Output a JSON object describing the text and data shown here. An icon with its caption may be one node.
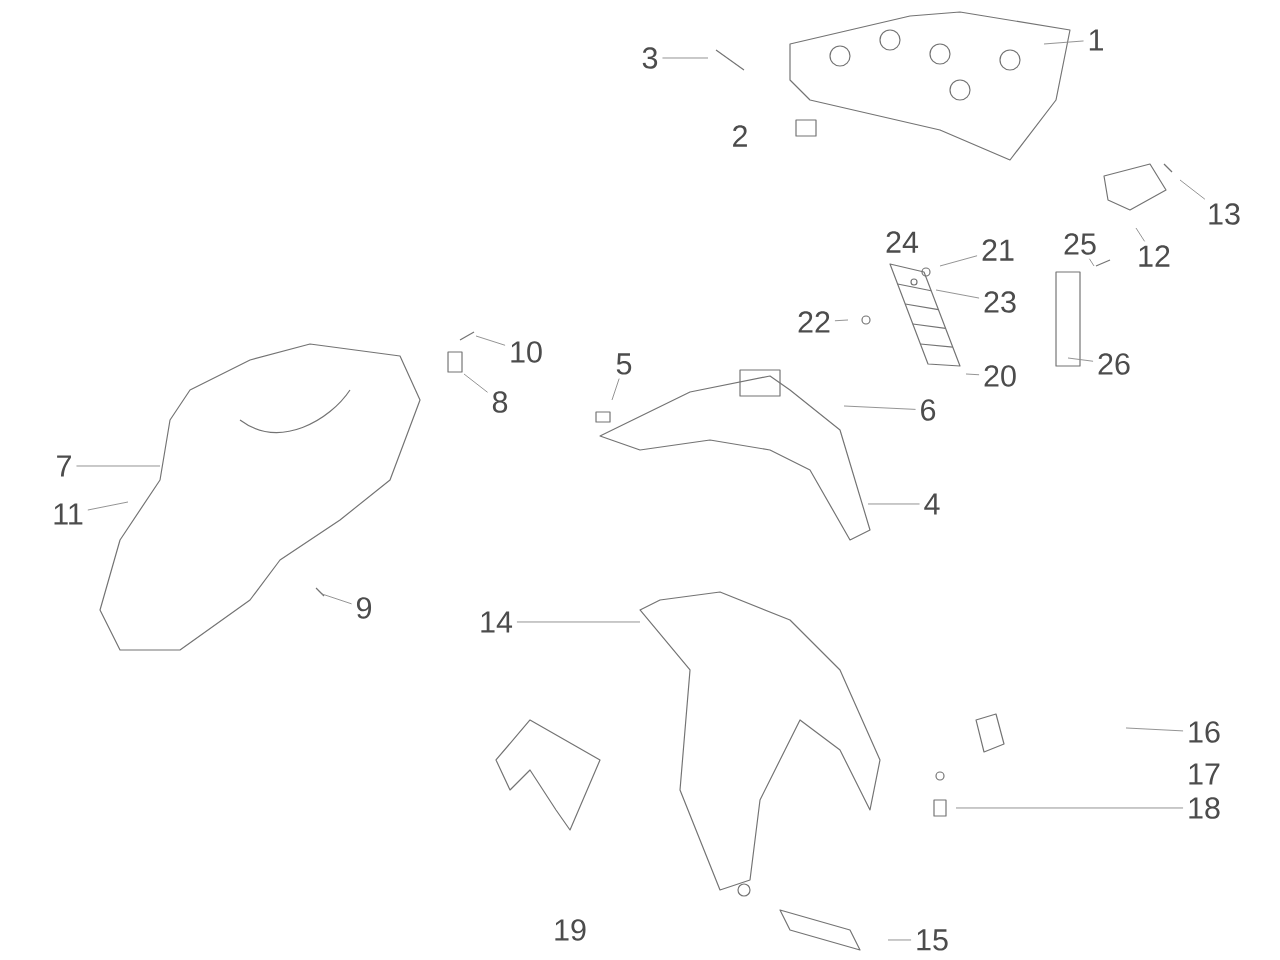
{
  "diagram": {
    "nodes": [
      {
        "text": [
          "1"
        ]
      },
      {
        "text": [
          "3"
        ]
      },
      {
        "text": [
          "21"
        ]
      },
      {
        "text": [
          "23"
        ]
      },
      {
        "text": [
          "22"
        ]
      },
      {
        "text": [
          "20"
        ]
      },
      {
        "text": [
          "6"
        ]
      },
      {
        "text": [
          "4"
        ]
      },
      {
        "text": [
          "25"
        ]
      },
      {
        "text": [
          "26"
        ]
      },
      {
        "text": [
          "12"
        ]
      },
      {
        "text": [
          "13"
        ]
      },
      {
        "text": [
          "5"
        ]
      },
      {
        "text": [
          "10"
        ]
      },
      {
        "text": [
          "8"
        ]
      },
      {
        "text": [
          "7"
        ]
      },
      {
        "text": [
          "11"
        ]
      },
      {
        "text": [
          "9"
        ]
      },
      {
        "text": [
          "14"
        ]
      },
      {
        "text": [
          "16"
        ]
      },
      {
        "text": [
          "18"
        ]
      },
      {
        "text": [
          "15"
        ]
      }
    ],
    "edges": [
      {
        "from": 0,
        "to": null,
        "arrow": "none"
      },
      {
        "from": 1,
        "to": null,
        "arrow": "none"
      },
      {
        "from": 2,
        "to": null,
        "arrow": "none"
      },
      {
        "from": 3,
        "to": null,
        "arrow": "none"
      },
      {
        "from": 4,
        "to": null,
        "arrow": "none"
      },
      {
        "from": 5,
        "to": null,
        "arrow": "none"
      },
      {
        "from": 6,
        "to": null,
        "arrow": "none"
      },
      {
        "from": 7,
        "to": null,
        "arrow": "none"
      },
      {
        "from": 8,
        "to": null,
        "arrow": "none"
      },
      {
        "from": 9,
        "to": null,
        "arrow": "none"
      },
      {
        "from": 10,
        "to": null,
        "arrow": "none"
      },
      {
        "from": 11,
        "to": null,
        "arrow": "none"
      },
      {
        "from": 12,
        "to": null,
        "arrow": "none"
      },
      {
        "from": 13,
        "to": null,
        "arrow": "none"
      },
      {
        "from": 14,
        "to": null,
        "arrow": "none"
      },
      {
        "from": 15,
        "to": null,
        "arrow": "none"
      },
      {
        "from": 16,
        "to": null,
        "arrow": "none"
      },
      {
        "from": 17,
        "to": null,
        "arrow": "none"
      },
      {
        "from": 18,
        "to": null,
        "arrow": "none"
      },
      {
        "from": 19,
        "to": null,
        "arrow": "none"
      },
      {
        "from": 20,
        "to": null,
        "arrow": "none"
      },
      {
        "from": 21,
        "to": null,
        "arrow": "none"
      }
    ],
    "labels": [
      "2",
      "24",
      "17",
      "19"
    ]
  }
}
